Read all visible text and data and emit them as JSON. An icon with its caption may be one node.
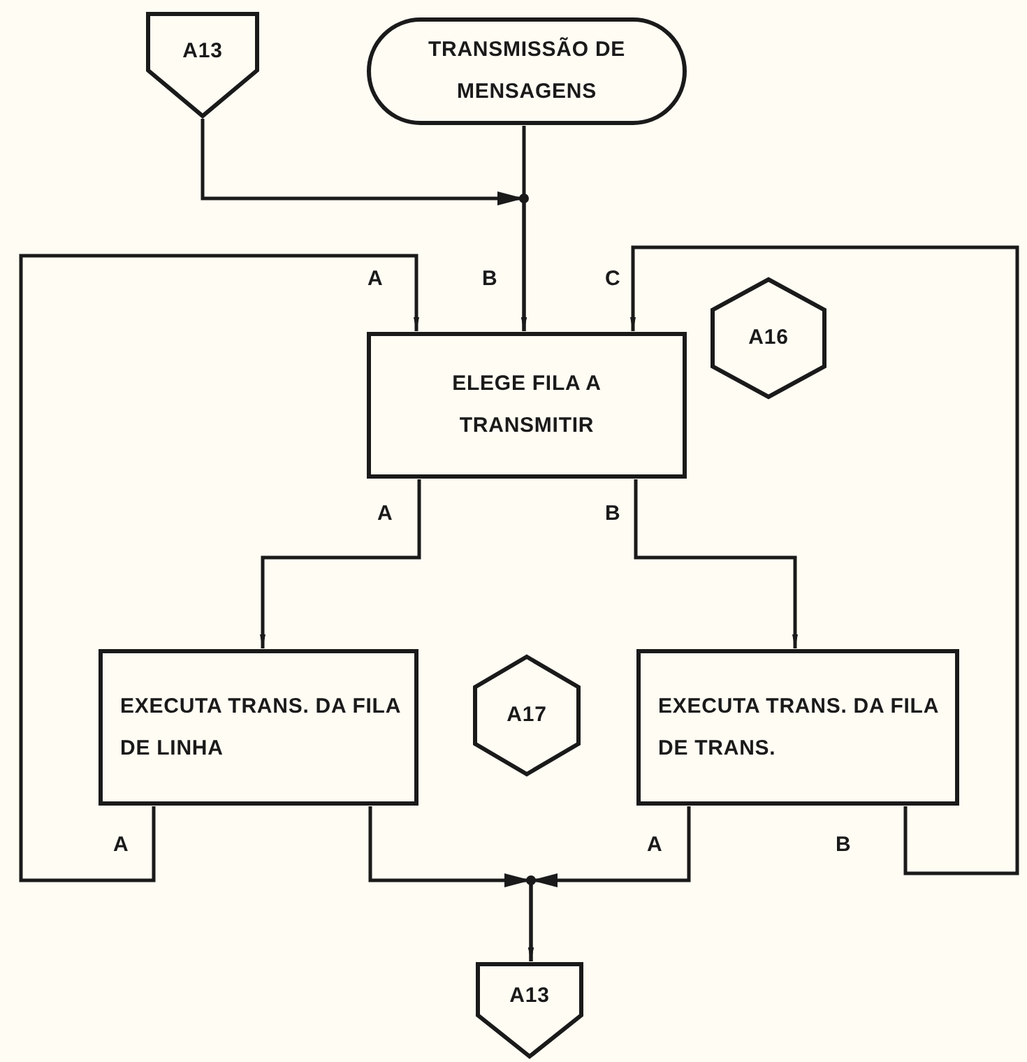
{
  "diagram": {
    "nodes": [
      {
        "text": [
          "A13"
        ]
      },
      {
        "text": [
          "TRANSMISSÃO DE MENSAGENS"
        ]
      },
      {
        "text": [
          "ELEGE FILA A TRANSMITIR"
        ]
      },
      {
        "text": [
          "A16"
        ]
      },
      {
        "text": [
          "EXECUTA TRANS. DA FILA DE LINHA"
        ]
      },
      {
        "text": [
          "A17"
        ]
      },
      {
        "text": [
          "EXECUTA TRANS. DA FILA DE TRANS."
        ]
      },
      {
        "text": [
          "A13"
        ]
      }
    ],
    "edges": [
      {
        "from": 0,
        "to": 2,
        "arrow": "to"
      },
      {
        "from": 1,
        "to": 2,
        "arrow": "to"
      },
      {
        "from": 2,
        "to": 4,
        "arrow": "to"
      },
      {
        "from": 2,
        "to": 6,
        "arrow": "to"
      },
      {
        "from": 4,
        "to": 2,
        "arrow": "to"
      },
      {
        "from": 6,
        "to": 2,
        "arrow": "to"
      },
      {
        "from": 4,
        "to": 7,
        "arrow": "to"
      },
      {
        "from": 6,
        "to": 7,
        "arrow": "to"
      }
    ],
    "labels": [
      "A",
      "B",
      "C",
      "A",
      "B",
      "A",
      "A",
      "B"
    ]
  }
}
